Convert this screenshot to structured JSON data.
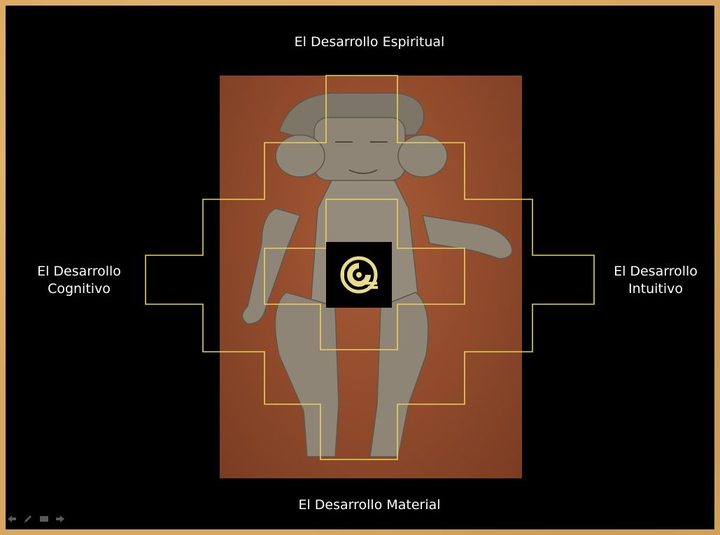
{
  "labels": {
    "top": "El Desarrollo Espiritual",
    "bottom": "El Desarrollo Material",
    "left_line1": "El Desarrollo",
    "left_line2": "Cognitivo",
    "right_line1": "El Desarrollo",
    "right_line2": "Intuitivo"
  },
  "colors": {
    "outline": "#e8d25a",
    "glyph": "#e8dc8a",
    "background": "#000000"
  },
  "icons": {
    "center_symbol": "hunab-ku-icon",
    "controls": [
      "arrow-left-icon",
      "pen-icon",
      "menu-icon",
      "arrow-right-icon"
    ]
  }
}
